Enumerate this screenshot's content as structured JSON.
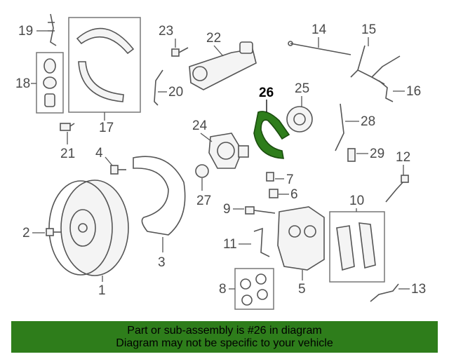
{
  "labels": {
    "p1": "1",
    "p2": "2",
    "p3": "3",
    "p4": "4",
    "p5": "5",
    "p6": "6",
    "p7": "7",
    "p8": "8",
    "p9": "9",
    "p10": "10",
    "p11": "11",
    "p12": "12",
    "p13": "13",
    "p14": "14",
    "p15": "15",
    "p16": "16",
    "p17": "17",
    "p18": "18",
    "p19": "19",
    "p20": "20",
    "p21": "21",
    "p22": "22",
    "p23": "23",
    "p24": "24",
    "p25": "25",
    "p26": "26",
    "p27": "27",
    "p28": "28",
    "p29": "29"
  },
  "highlight_color": "#2e7d1b",
  "banner": {
    "line1": "Part or sub-assembly is #26 in diagram",
    "line2": "Diagram may not be specific to your vehicle"
  }
}
